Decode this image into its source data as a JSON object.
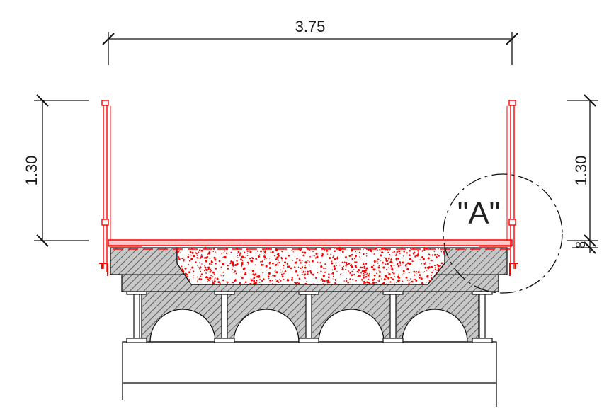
{
  "dimensions": {
    "width_label": "3.75",
    "left_height_label": "1.30",
    "right_height_label": "1.30",
    "thickness_label": "8"
  },
  "detail": {
    "callout_label": "\"A\""
  },
  "colors": {
    "line": "#111111",
    "railing": "#ff0000",
    "deck_fill": "#ffc0c0",
    "concrete_fill": "#c8c8c8",
    "fill_dots": "#ff0000",
    "background": "#ffffff"
  }
}
